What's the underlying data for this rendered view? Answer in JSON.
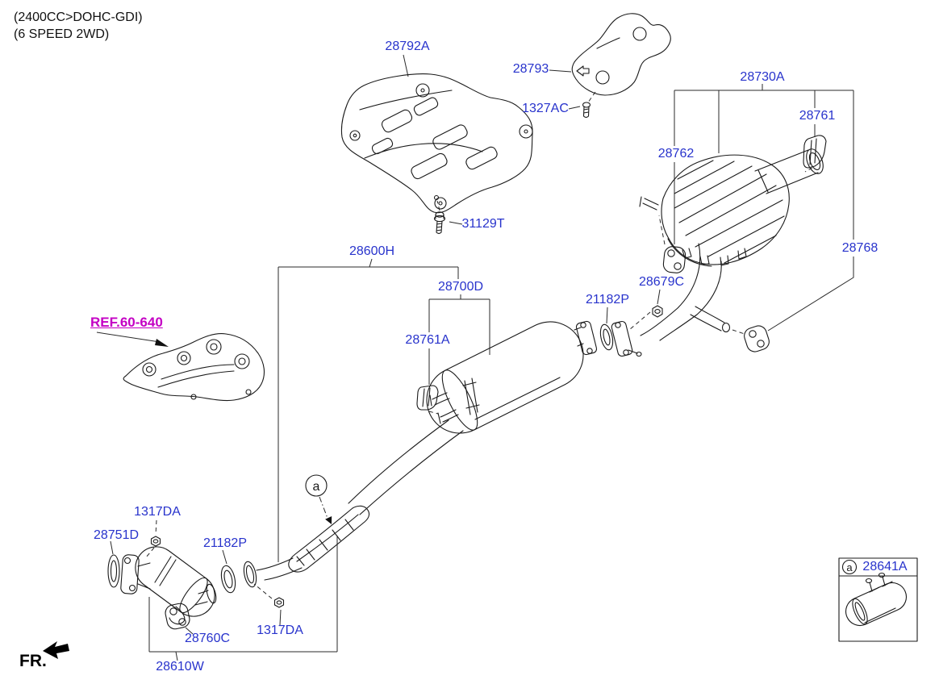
{
  "header": {
    "line1": "(2400CC>DOHC-GDI)",
    "line2": "(6 SPEED 2WD)"
  },
  "ref_note": "REF.60-640",
  "fr_label": "FR.",
  "view_marker": "a",
  "inset": {
    "marker": "a",
    "part_no": "28641A"
  },
  "colors": {
    "part_label": "#2833cc",
    "ref_note": "#c400c4",
    "line_art": "#1a1a1a",
    "background": "#ffffff"
  },
  "part_labels": [
    {
      "part_no": "28792A"
    },
    {
      "part_no": "28793"
    },
    {
      "part_no": "1327AC"
    },
    {
      "part_no": "28730A"
    },
    {
      "part_no": "28761"
    },
    {
      "part_no": "28762"
    },
    {
      "part_no": "31129T"
    },
    {
      "part_no": "28600H"
    },
    {
      "part_no": "28700D"
    },
    {
      "part_no": "28768"
    },
    {
      "part_no": "28679C"
    },
    {
      "part_no": "21182P"
    },
    {
      "part_no": "28761A"
    },
    {
      "part_no": "1317DA"
    },
    {
      "part_no": "28751D"
    },
    {
      "part_no": "21182P"
    },
    {
      "part_no": "28760C"
    },
    {
      "part_no": "1317DA"
    },
    {
      "part_no": "28610W"
    }
  ]
}
